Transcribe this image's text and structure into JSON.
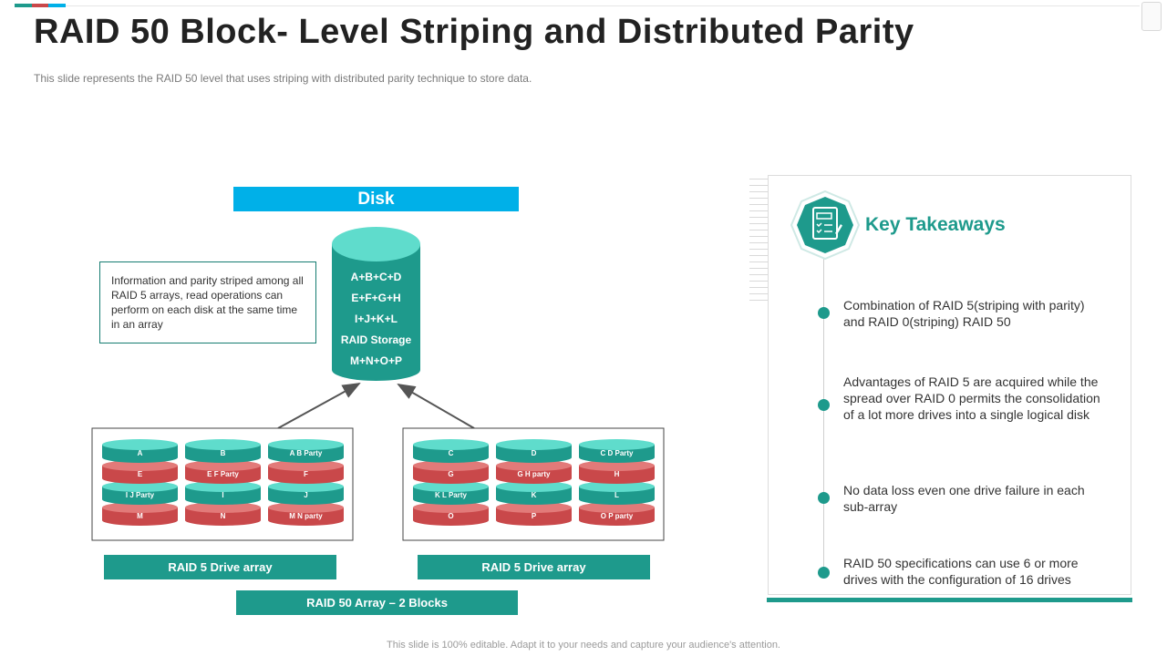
{
  "colors": {
    "teal": "#1e9a8c",
    "teal_light": "#5fdccc",
    "teal_dark": "#157c71",
    "red": "#c9484a",
    "red_light": "#e27a79",
    "blue": "#00b0e8"
  },
  "title": "RAID 50 Block- Level Striping and Distributed Parity",
  "subtitle": "This slide represents the RAID 50 level that uses striping with distributed parity technique to store data.",
  "disk": {
    "banner": "Disk",
    "storage_lines": [
      "A+B+C+D",
      "E+F+G+H",
      "I+J+K+L",
      "RAID  Storage",
      "M+N+O+P"
    ]
  },
  "info_box": "Information  and parity striped among all RAID 5 arrays, read operations can perform  on each disk at the same time in an array",
  "arrays": [
    {
      "label": "RAID 5 Drive array",
      "columns": [
        [
          "A",
          "E",
          "I J Party",
          "M"
        ],
        [
          "B",
          "E F Party",
          "I",
          "N"
        ],
        [
          "A B Party",
          "F",
          "J",
          "M N party"
        ]
      ]
    },
    {
      "label": "RAID 5 Drive array",
      "columns": [
        [
          "C",
          "G",
          "K L Party",
          "O"
        ],
        [
          "D",
          "G H party",
          "K",
          "P"
        ],
        [
          "C D Party",
          "H",
          "L",
          "O P party"
        ]
      ]
    }
  ],
  "raid50_label": "RAID 50 Array – 2 Blocks",
  "key_takeaways": {
    "icon": "checklist-document-icon",
    "title": "Key Takeaways",
    "items": [
      "Combination of RAID 5(striping with parity) and RAID 0(striping) RAID 50",
      "Advantages of RAID 5 are acquired while the spread over RAID 0 permits the consolidation of a lot more drives into a single logical disk",
      "No data loss even one drive failure in each sub-array",
      "RAID 50 specifications can use 6  or more drives with the configuration of 16 drives"
    ]
  },
  "footer": "This slide is 100% editable. Adapt it to your needs and capture your audience's attention."
}
